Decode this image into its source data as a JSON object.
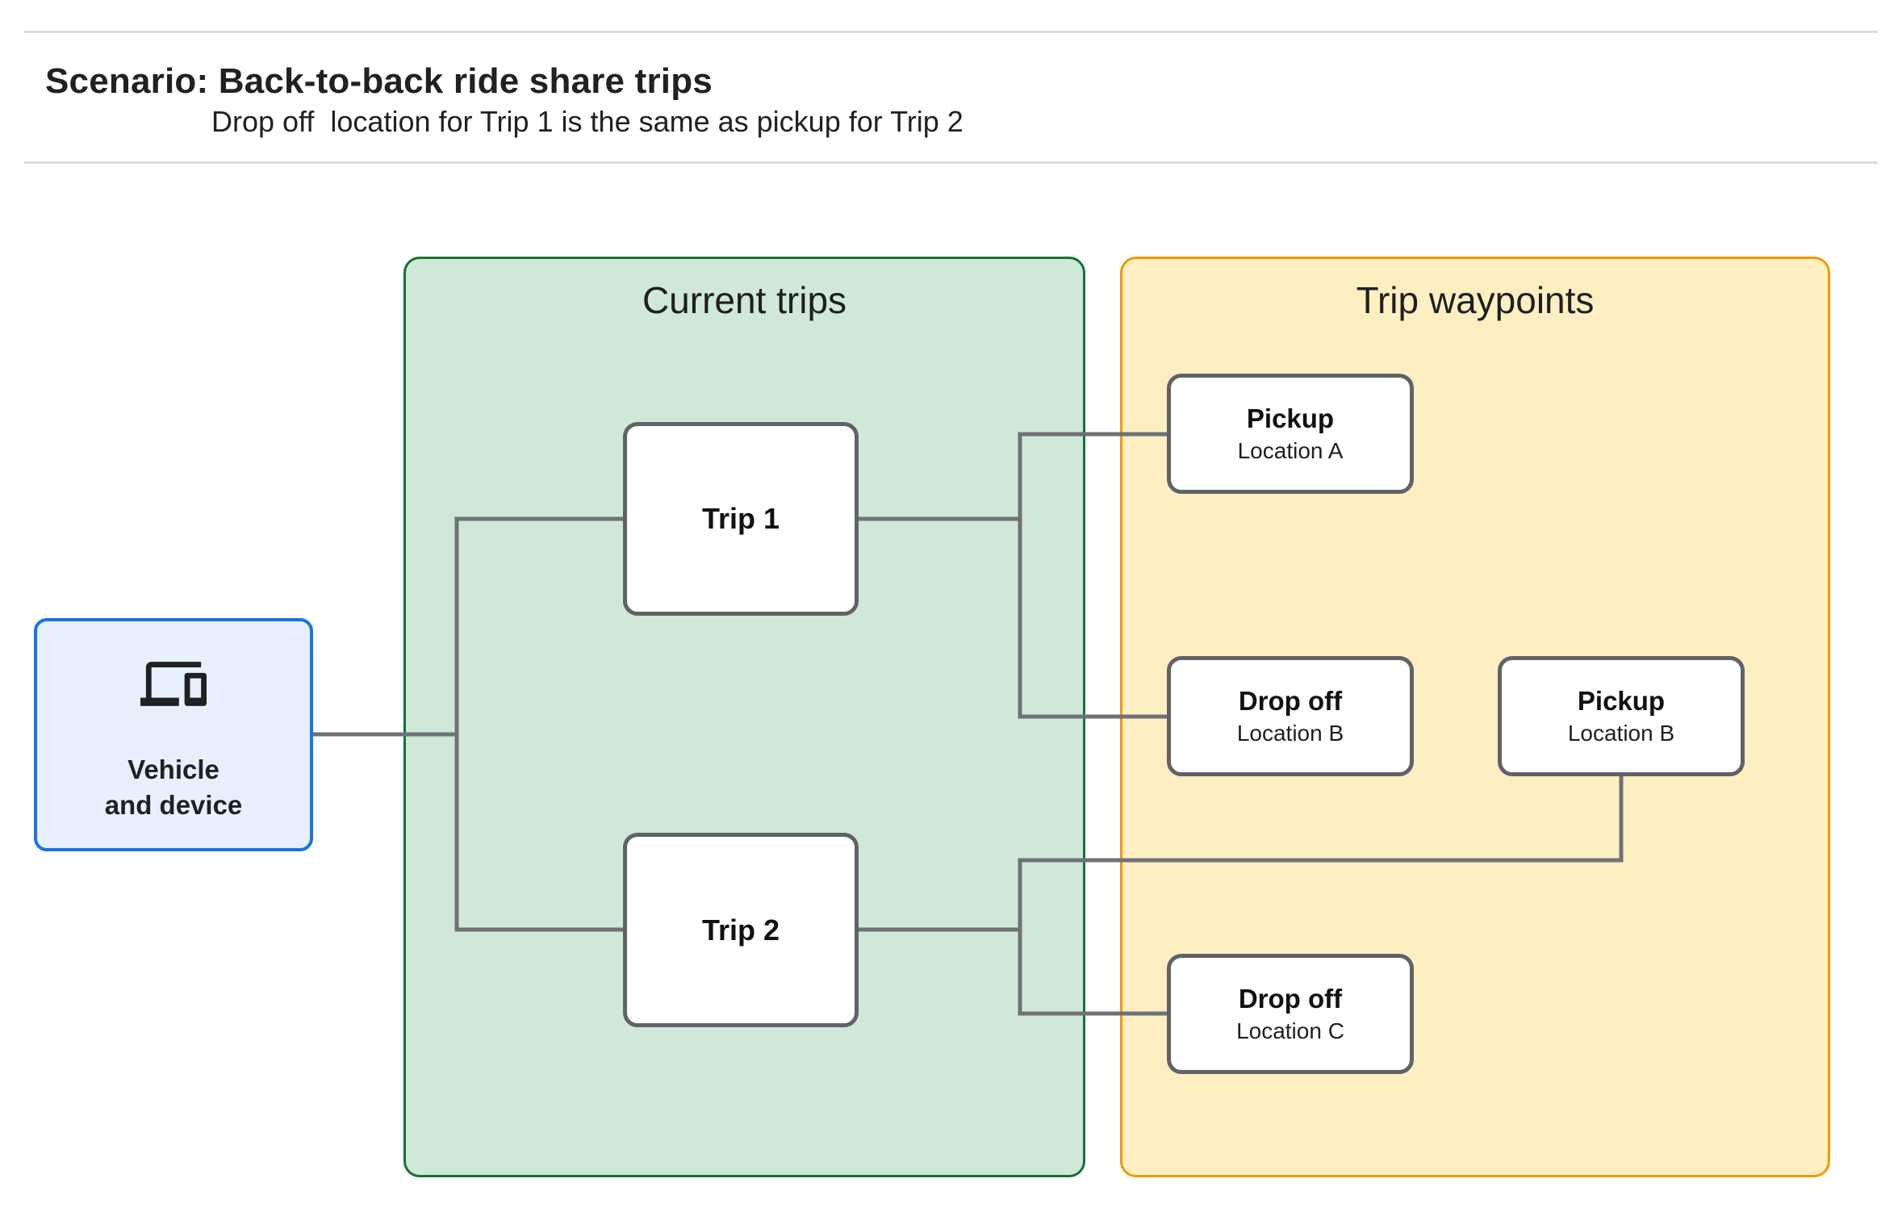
{
  "header": {
    "title": "Scenario: Back-to-back ride share trips",
    "subtitle": "Drop off  location for Trip 1 is the same as pickup for Trip 2"
  },
  "vehicle": {
    "icon": "devices-icon",
    "label_line1": "Vehicle",
    "label_line2": "and device"
  },
  "panels": {
    "current_trips": {
      "title": "Current trips"
    },
    "trip_waypoints": {
      "title": "Trip waypoints"
    }
  },
  "trips": [
    {
      "label": "Trip 1"
    },
    {
      "label": "Trip 2"
    }
  ],
  "waypoints": [
    {
      "type": "Pickup",
      "location": "Location A"
    },
    {
      "type": "Drop off",
      "location": "Location B"
    },
    {
      "type": "Pickup",
      "location": "Location B"
    },
    {
      "type": "Drop off",
      "location": "Location C"
    }
  ],
  "colors": {
    "blue_fill": "#e8f0fe",
    "blue_border": "#1a73e8",
    "green_fill": "#cfe8d8",
    "green_border": "#137333",
    "orange_fill": "#feefc3",
    "orange_border": "#f29900",
    "node_border_gray": "#5f6368",
    "connector_gray": "#6e7275",
    "divider_gray": "#dadce0",
    "text": "#202124"
  }
}
